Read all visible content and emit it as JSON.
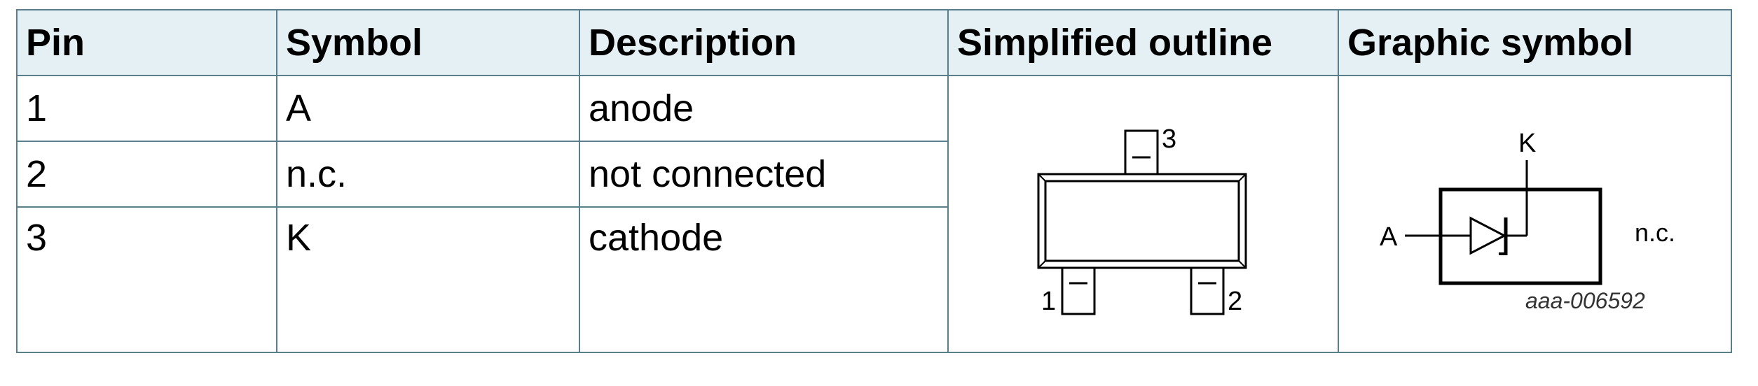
{
  "table": {
    "headers": [
      "Pin",
      "Symbol",
      "Description",
      "Simplified outline",
      "Graphic symbol"
    ],
    "rows": [
      {
        "pin": "1",
        "symbol": "A",
        "description": "anode"
      },
      {
        "pin": "2",
        "symbol": "n.c.",
        "description": "not connected"
      },
      {
        "pin": "3",
        "symbol": "K",
        "description": "cathode"
      }
    ]
  },
  "outline": {
    "pin1_label": "1",
    "pin2_label": "2",
    "pin3_label": "3"
  },
  "symbol": {
    "anode_label": "A",
    "cathode_label": "K",
    "nc_label": "n.c.",
    "figure_code": "aaa-006592"
  }
}
